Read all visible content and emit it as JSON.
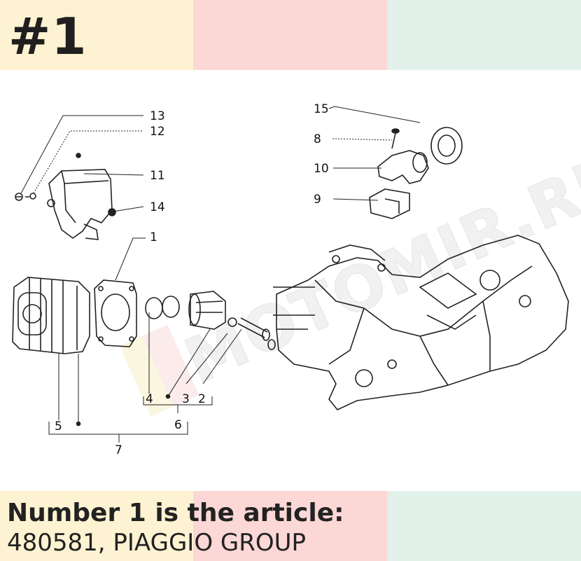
{
  "header": {
    "badge": "#1"
  },
  "diagram": {
    "watermark": "MOTOMIR.RU",
    "callouts": [
      {
        "id": "c13",
        "label": "13"
      },
      {
        "id": "c12",
        "label": "12"
      },
      {
        "id": "c11",
        "label": "11"
      },
      {
        "id": "c14",
        "label": "14"
      },
      {
        "id": "c1",
        "label": "1"
      },
      {
        "id": "c15",
        "label": "15"
      },
      {
        "id": "c8",
        "label": "8"
      },
      {
        "id": "c10",
        "label": "10"
      },
      {
        "id": "c9",
        "label": "9"
      },
      {
        "id": "c4",
        "label": "4"
      },
      {
        "id": "c3",
        "label": "3"
      },
      {
        "id": "c2",
        "label": "2"
      },
      {
        "id": "c5",
        "label": "5"
      },
      {
        "id": "c6",
        "label": "6"
      },
      {
        "id": "c7",
        "label": "7"
      }
    ]
  },
  "footer": {
    "line1": "Number 1 is the article:",
    "line2": "480581, PIAGGIO GROUP"
  },
  "colors": {
    "band_yellow": "#fdf3d2",
    "band_pink": "#fbd7d6",
    "band_green": "#e2f2ea",
    "text": "#222222"
  }
}
